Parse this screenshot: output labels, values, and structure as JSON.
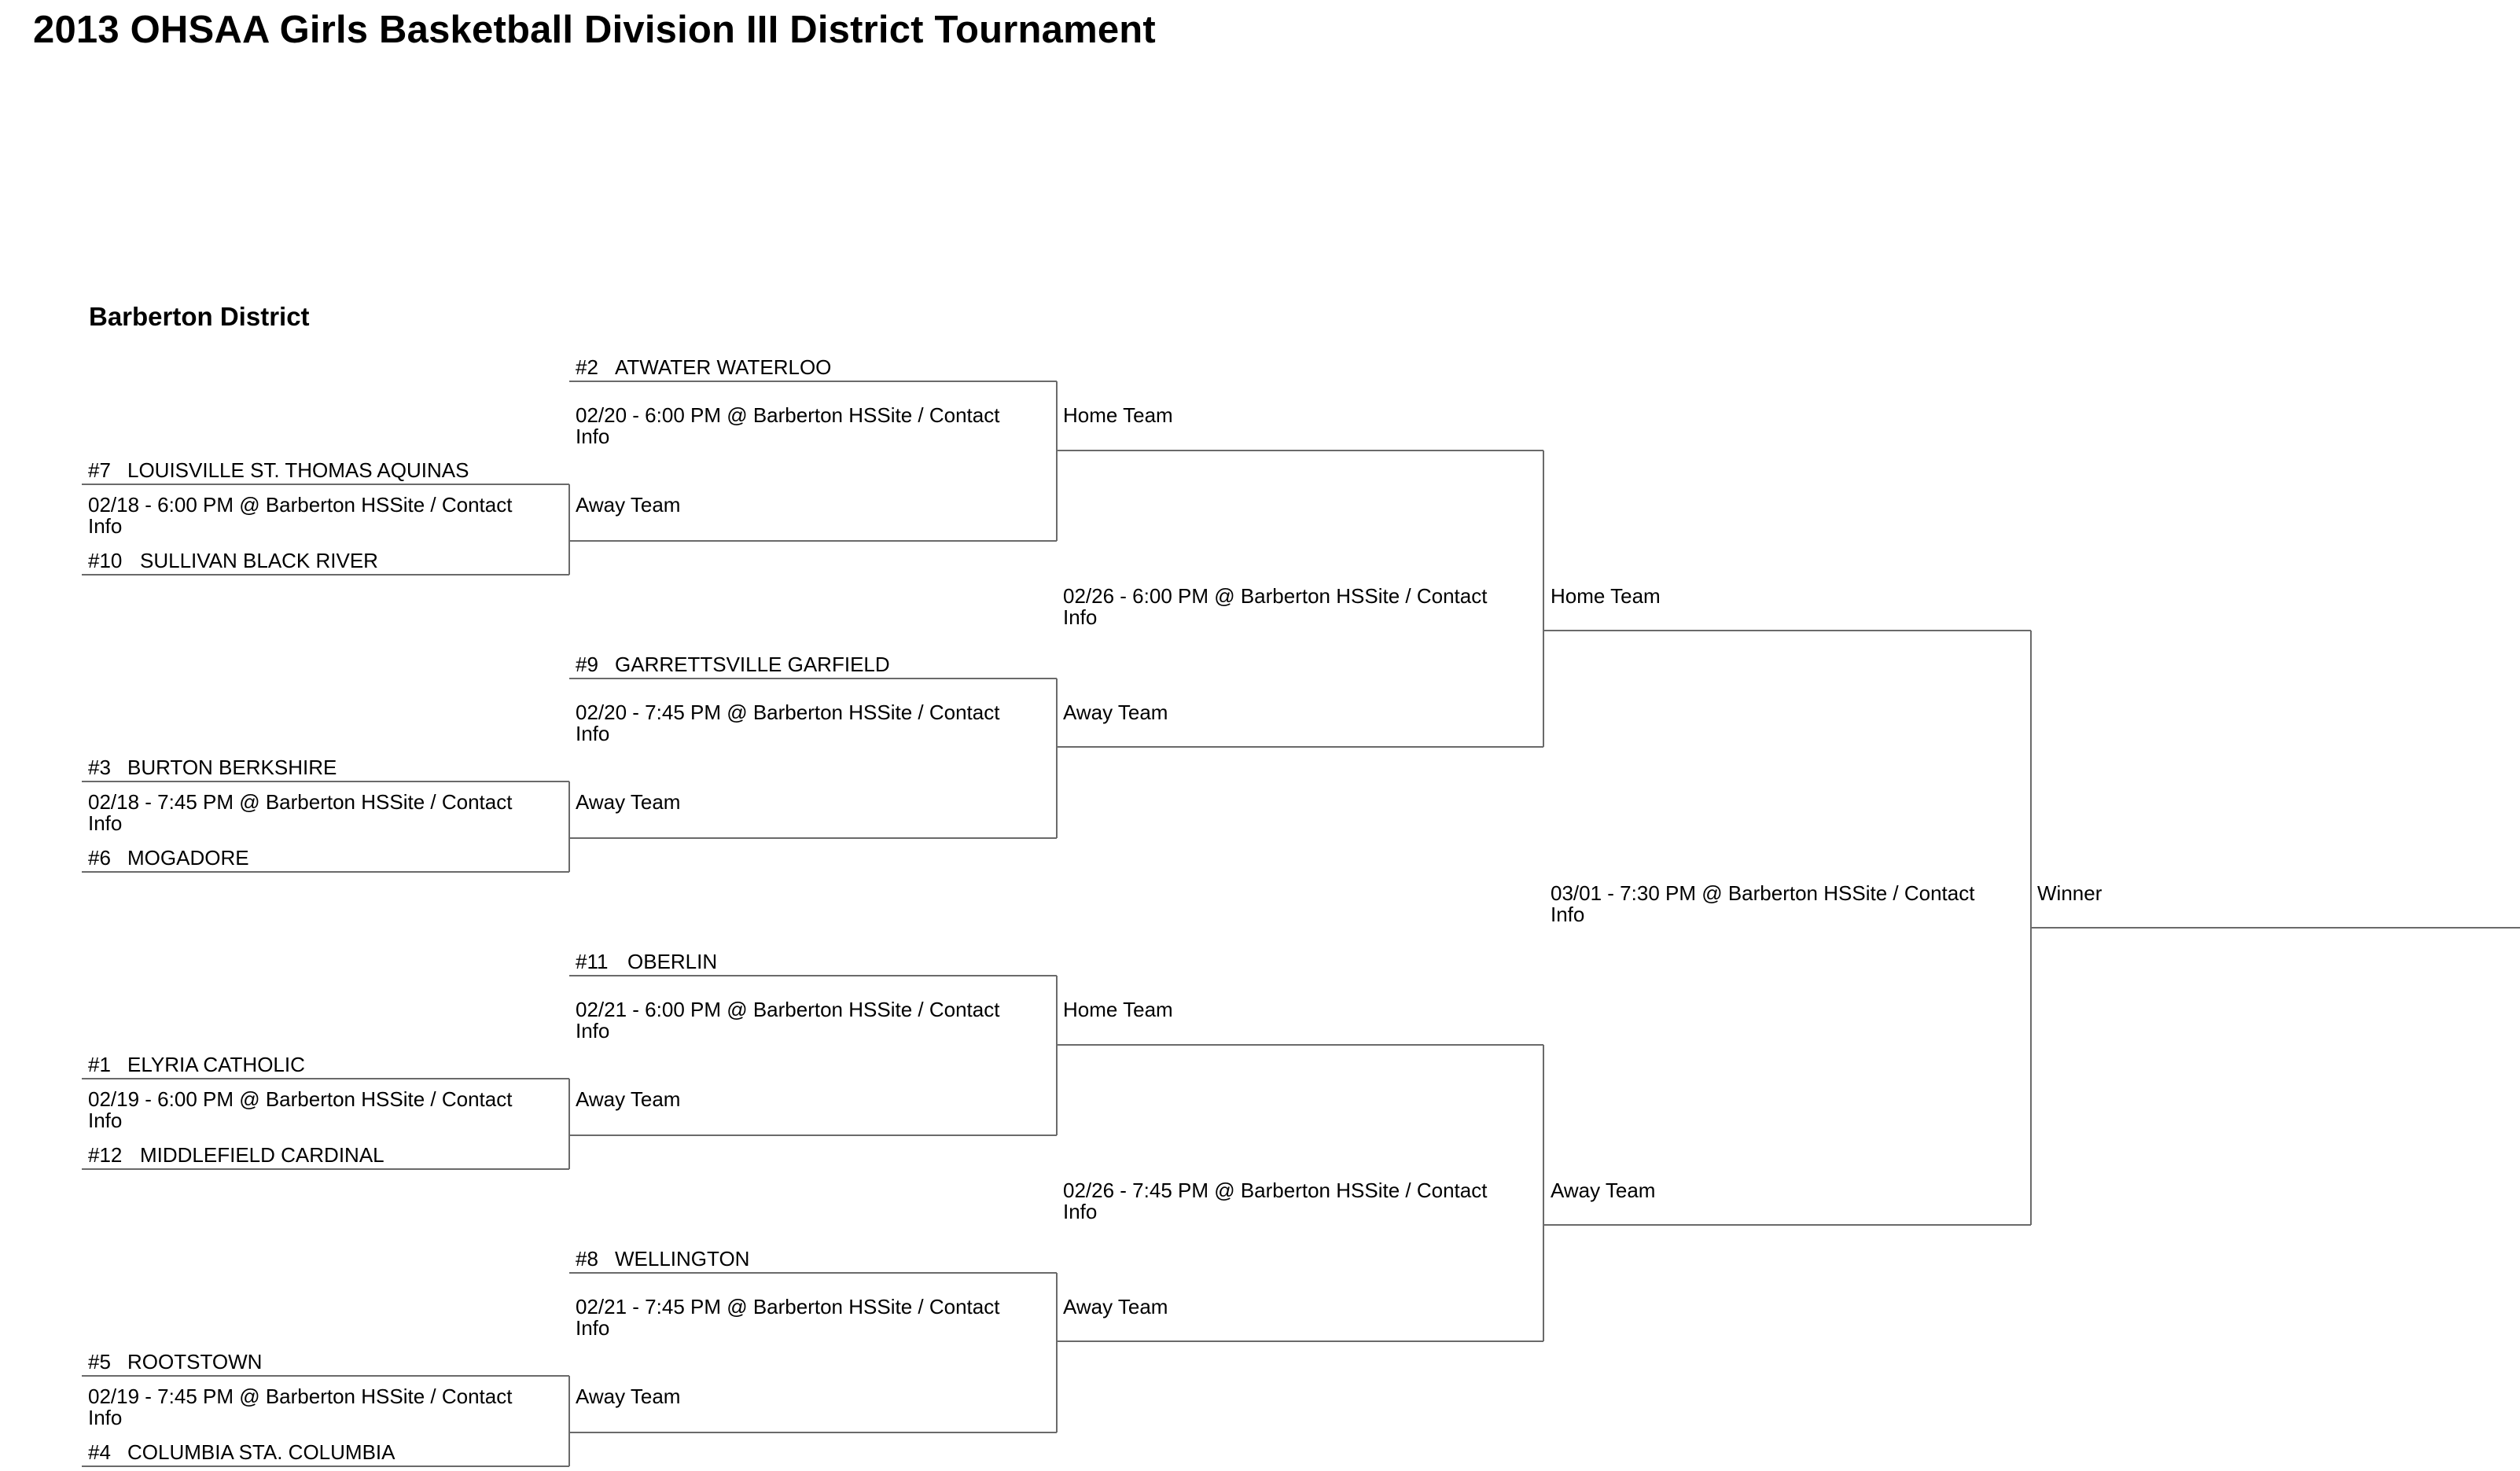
{
  "page": {
    "title": "2013 OHSAA Girls Basketball Division III District  Tournament"
  },
  "district": {
    "name": "Barberton District"
  },
  "round1": [
    {
      "top": {
        "seed": "#7",
        "team": "LOUISVILLE ST. THOMAS AQUINAS"
      },
      "info": "02/18 - 6:00 PM @ Barberton HSSite / Contact Info",
      "bottom": {
        "seed": "#10",
        "team": "SULLIVAN BLACK RIVER"
      }
    },
    {
      "top": {
        "seed": "#3",
        "team": "BURTON BERKSHIRE"
      },
      "info": "02/18 - 7:45 PM @ Barberton HSSite / Contact Info",
      "bottom": {
        "seed": "#6",
        "team": "MOGADORE"
      }
    },
    {
      "top": {
        "seed": "#1",
        "team": "ELYRIA CATHOLIC"
      },
      "info": "02/19 - 6:00 PM @ Barberton HSSite / Contact Info",
      "bottom": {
        "seed": "#12",
        "team": "MIDDLEFIELD CARDINAL"
      }
    },
    {
      "top": {
        "seed": "#5",
        "team": "ROOTSTOWN"
      },
      "info": "02/19 - 7:45 PM @ Barberton HSSite / Contact Info",
      "bottom": {
        "seed": "#4",
        "team": "COLUMBIA STA. COLUMBIA"
      }
    }
  ],
  "round2": [
    {
      "top": {
        "seed": "#2",
        "team": "ATWATER WATERLOO"
      },
      "info": "02/20 - 6:00 PM @ Barberton HSSite / Contact Info",
      "bottom": "Away Team",
      "winner": "Home Team"
    },
    {
      "top": {
        "seed": "#9",
        "team": "GARRETTSVILLE GARFIELD"
      },
      "info": "02/20 - 7:45 PM @ Barberton HSSite / Contact Info",
      "bottom": "Away Team",
      "winner": "Away Team"
    },
    {
      "top": {
        "seed": "#11",
        "team": "OBERLIN"
      },
      "info": "02/21 - 6:00 PM @ Barberton HSSite / Contact Info",
      "bottom": "Away Team",
      "winner": "Home Team"
    },
    {
      "top": {
        "seed": "#8",
        "team": "WELLINGTON"
      },
      "info": "02/21 - 7:45 PM @ Barberton HSSite / Contact Info",
      "bottom": "Away Team",
      "winner": "Away Team"
    }
  ],
  "semis": [
    {
      "info": "02/26 - 6:00 PM @ Barberton HSSite / Contact Info",
      "winner": "Home Team"
    },
    {
      "info": "02/26 - 7:45 PM @ Barberton HSSite / Contact Info",
      "winner": "Away Team"
    }
  ],
  "final": {
    "info": "03/01 - 7:30 PM @ Barberton HSSite / Contact Info",
    "winner": "Winner"
  }
}
